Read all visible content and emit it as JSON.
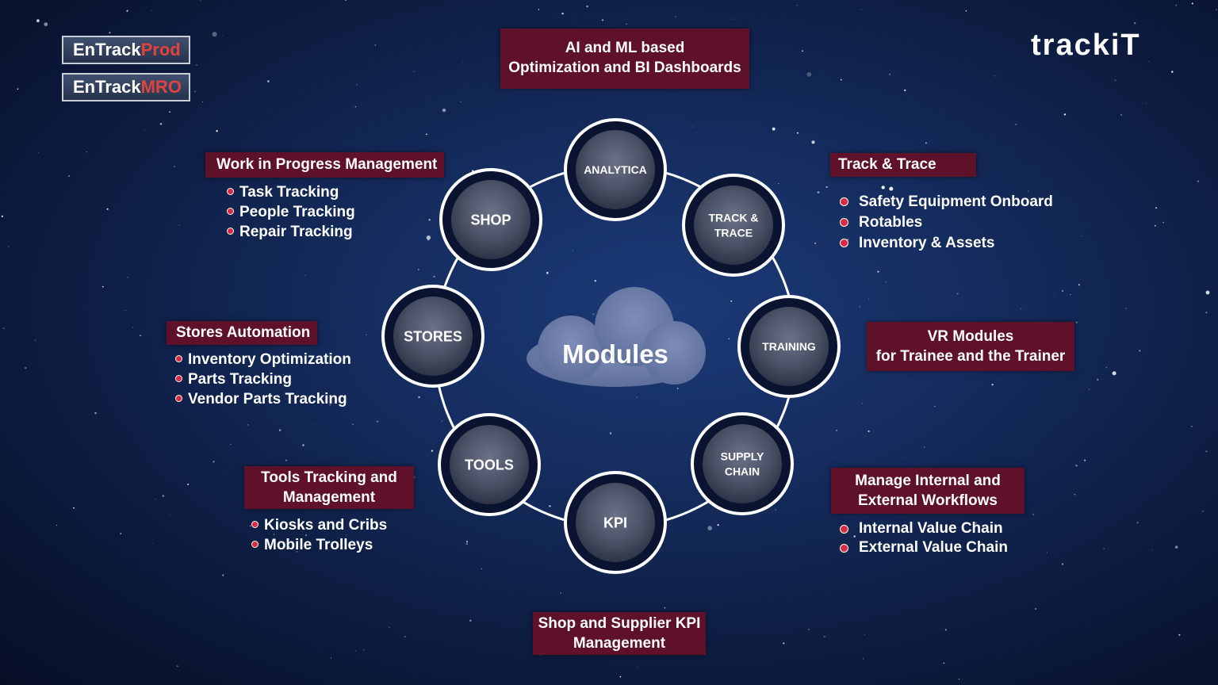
{
  "badges": [
    {
      "prefix": "EnTrack",
      "accent": "Prod"
    },
    {
      "prefix": "EnTrack",
      "accent": "MRO"
    }
  ],
  "logo": "trackiT",
  "center_label": "Modules",
  "modules": [
    {
      "id": "analytica",
      "lines": [
        "ANALYTICA"
      ]
    },
    {
      "id": "track-trace",
      "lines": [
        "TRACK &",
        "TRACE"
      ]
    },
    {
      "id": "training",
      "lines": [
        "TRAINING"
      ]
    },
    {
      "id": "supply-chain",
      "lines": [
        "SUPPLY",
        "CHAIN"
      ]
    },
    {
      "id": "kpi",
      "lines": [
        "KPI"
      ]
    },
    {
      "id": "tools",
      "lines": [
        "TOOLS"
      ]
    },
    {
      "id": "stores",
      "lines": [
        "STORES"
      ]
    },
    {
      "id": "shop",
      "lines": [
        "SHOP"
      ]
    }
  ],
  "panels": {
    "analytics": {
      "title_lines": [
        "AI and ML based",
        "Optimization and BI Dashboards"
      ]
    },
    "wip": {
      "title": "Work in Progress Management",
      "items": [
        "Task Tracking",
        "People Tracking",
        "Repair Tracking"
      ]
    },
    "track": {
      "title": "Track & Trace",
      "items": [
        "Safety Equipment Onboard",
        "Rotables",
        "Inventory & Assets"
      ]
    },
    "stores": {
      "title": "Stores Automation",
      "items": [
        "Inventory Optimization",
        "Parts Tracking",
        "Vendor Parts Tracking"
      ]
    },
    "vr": {
      "title_lines": [
        "VR Modules",
        "for Trainee and the Trainer"
      ]
    },
    "tools": {
      "title_lines": [
        "Tools Tracking and",
        "Management"
      ],
      "items": [
        "Kiosks and Cribs",
        "Mobile Trolleys"
      ]
    },
    "workflows": {
      "title_lines": [
        "Manage Internal and",
        "External Workflows"
      ],
      "items": [
        "Internal Value Chain",
        "External Value Chain"
      ]
    },
    "kpi": {
      "title_lines": [
        "Shop and Supplier KPI",
        "Management"
      ]
    }
  },
  "colors": {
    "panel": "#5e1128",
    "bullet": "#d8294b",
    "accent": "#e0433d"
  }
}
